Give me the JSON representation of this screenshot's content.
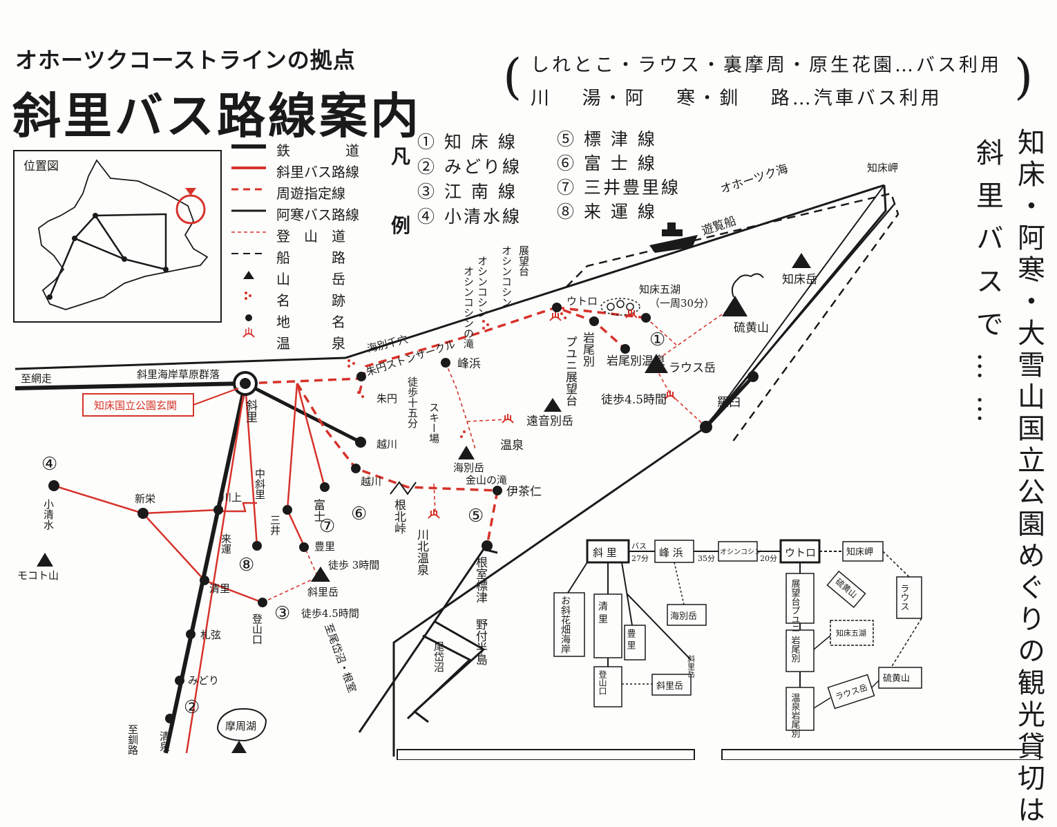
{
  "header": {
    "subtitle": "オホーツクコーストラインの拠点",
    "title": "斜里バス路線案内",
    "usage_line1": "しれとこ・ラウス・裏摩周・原生花園…バス利用",
    "usage_line2": "川　 湯・阿　 寒・釧　 路…汽車バス利用",
    "paren_open": "(",
    "paren_close": ")"
  },
  "slogan": {
    "col1": "知床・阿寒・大雪山国立公園めぐりの観光貸切は",
    "col2": "斜里バスで……"
  },
  "location_inset": {
    "label": "位置図"
  },
  "legend": {
    "hanrei_1": "凡",
    "hanrei_2": "例",
    "items": [
      {
        "label": "鉄　　　　道",
        "style": "rail"
      },
      {
        "label": "斜里バス路線",
        "style": "shari"
      },
      {
        "label": "周遊指定線",
        "style": "tour"
      },
      {
        "label": "阿寒バス路線",
        "style": "akan"
      },
      {
        "label": "登　山　道",
        "style": "trail"
      },
      {
        "label": "船　　　路",
        "style": "ship"
      },
      {
        "label": "山　　　岳",
        "style": "mountain"
      },
      {
        "label": "名　　　跡",
        "style": "site"
      },
      {
        "label": "地　　　名",
        "style": "place"
      },
      {
        "label": "温　　　泉",
        "style": "onsen"
      }
    ]
  },
  "routes": [
    {
      "num": "①",
      "name": "知 床 線"
    },
    {
      "num": "②",
      "name": "みどり線"
    },
    {
      "num": "③",
      "name": "江 南 線"
    },
    {
      "num": "④",
      "name": "小清水線"
    },
    {
      "num": "⑤",
      "name": "標 津 線"
    },
    {
      "num": "⑥",
      "name": "富 士 線"
    },
    {
      "num": "⑦",
      "name": "三井豊里線"
    },
    {
      "num": "⑧",
      "name": "来 運 線"
    }
  ],
  "map": {
    "okhotsk_sea": "オホーツク海",
    "shiretoko_cape": "知床岬",
    "yuransen": "遊覧船",
    "shiretoko_dake": "知床岳",
    "iouzan": "硫黄山",
    "goko": "知床五湖",
    "goko_time": "（一周30分）",
    "utoro": "ウトロ",
    "tenbodai": "展望台",
    "oshinkoshin": "オシンコシン",
    "oshinkoshin_falls": "オシンコシンの滝",
    "iwaobetsu": "岩尾別",
    "iwaobetsu_onsen": "岩尾別温泉",
    "puyuni": "プユニ展望台",
    "rausu_dake": "ラウス岳",
    "walk_45_a": "徒歩4.5時間",
    "rausu": "羅臼",
    "kaibetsu_ruins": "海別千穴",
    "shuen_stone": "朱円ストンサークル",
    "minehama": "峰浜",
    "shuen": "朱円",
    "walk_15": "徒歩十五分",
    "ski": "スキー場",
    "onneto": "遠音別岳",
    "onsen_label": "温泉",
    "kaibetsu_dake": "海別岳",
    "kanayama_falls": "金山の滝",
    "koshikawa": "越川",
    "koshikawa2": "越川",
    "nemoto_pass": "根北峠",
    "ichani": "伊茶仁",
    "kawakita": "川北温泉",
    "to_abashiri": "至網走",
    "genseikaen": "斜里海岸草原群落",
    "gateway": "知床国立公園玄関",
    "shari": "斜里",
    "nakashari": "中斜里",
    "kawakami": "川上",
    "mitsui": "三井",
    "fuji": "富士",
    "toyosato": "豊里",
    "shinei": "新栄",
    "koshimizu": "小清水",
    "mokoto": "モコト山",
    "kiun": "来運",
    "kiyosato": "清里",
    "shari_dake": "斜里岳",
    "walk_3": "徒歩 3時間",
    "walk_45_b": "徒歩4.5時間",
    "tozanguchi": "登山口",
    "sappe": "札弦",
    "midori": "みどり",
    "to_kushiro": "至釧路",
    "kiyosato_st": "清泉",
    "mashu": "摩周湖",
    "nemuro_shibetsu": "根室標津",
    "notsuke": "野付半島",
    "odaito": "尾岱沼",
    "to_nemuro": "至尾岱沼・根室",
    "c1": "①",
    "c2": "②",
    "c3": "③",
    "c4": "④",
    "c5": "⑤",
    "c6": "⑥",
    "c7": "⑦",
    "c8": "⑧"
  },
  "diagram": {
    "shari": "斜 里",
    "minehama": "峰 浜",
    "oshinkoshin": "オシンコシン",
    "utoro": "ウトロ",
    "misaki": "知床岬",
    "t27": "27分",
    "t35": "35分",
    "t20": "20分",
    "bus": "バス",
    "onsen_hatake": "お斜花畑海岸",
    "kiyosato": "清 里",
    "toyosato": "豊 里",
    "kaibetsu": "海別岳",
    "tozan": "登山口",
    "sharidake_box": "斜里岳",
    "sharidake2": "斜里岳",
    "tenbo": "展望台プユニ",
    "iwao": "岩尾別",
    "onsen": "温泉岩尾別",
    "goko": "知床五湖",
    "iou": "硫黄山",
    "rausu": "ラウス",
    "rausudake": "ラウス岳",
    "iou2": "硫黄山"
  },
  "colors": {
    "red": "#d6322a",
    "black": "#1a1a1a"
  }
}
